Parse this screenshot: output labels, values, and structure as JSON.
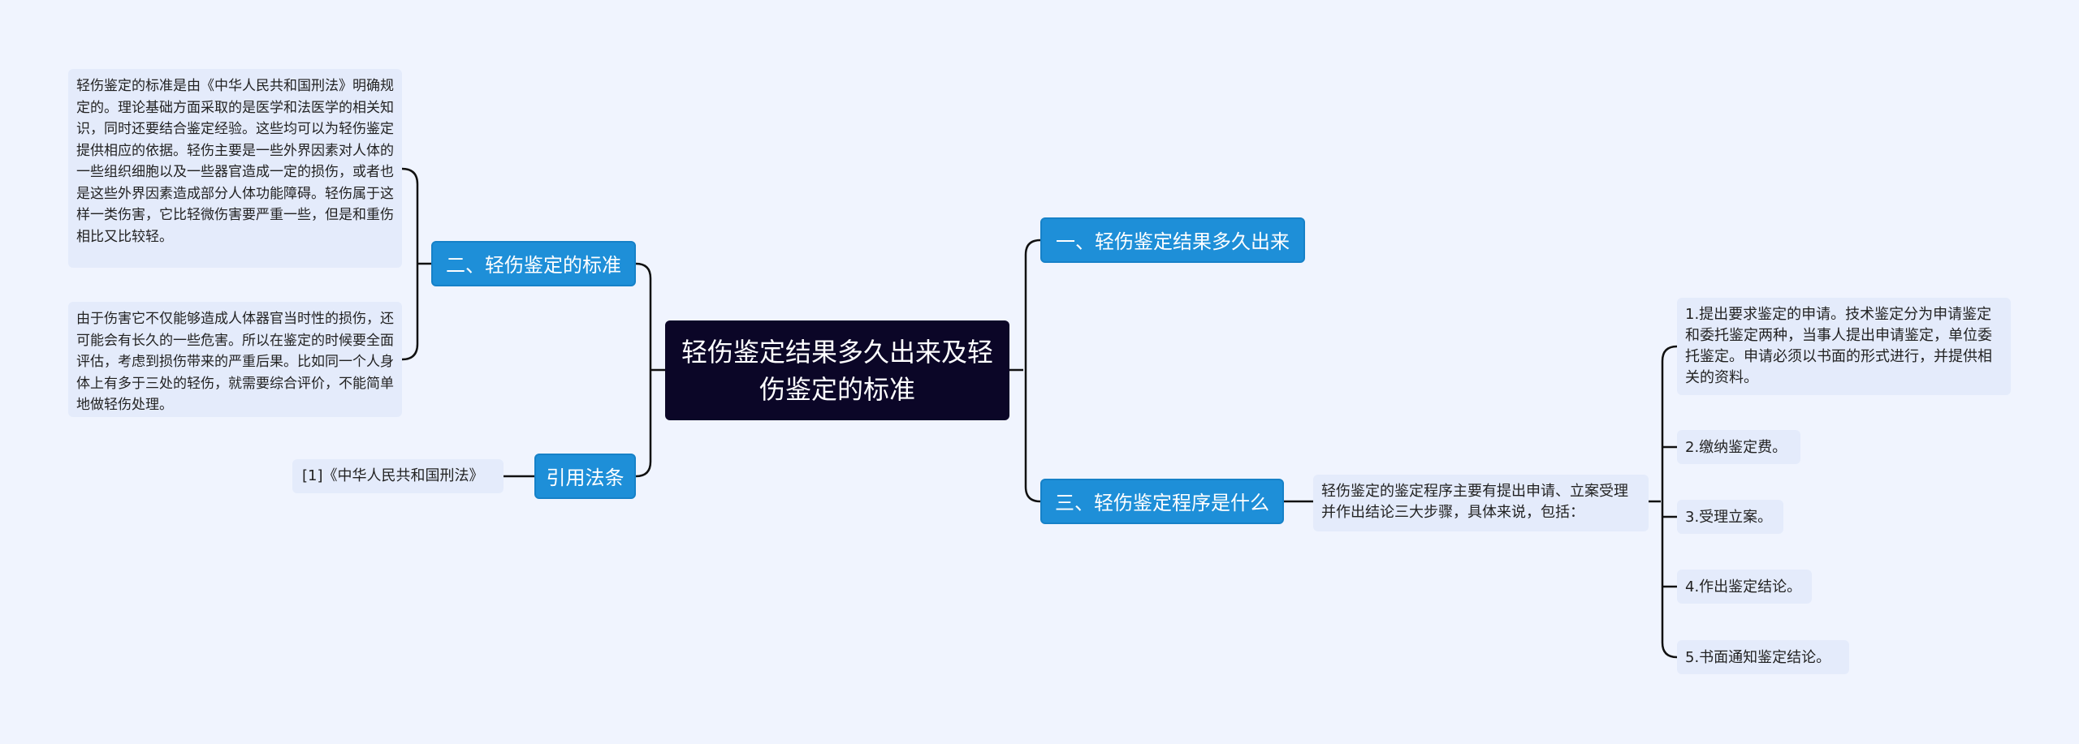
{
  "root": {
    "title": "轻伤鉴定结果多久出来及轻伤鉴定的标准"
  },
  "branches": {
    "b1": {
      "label": "一、轻伤鉴定结果多久出来"
    },
    "b2": {
      "label": "二、轻伤鉴定的标准"
    },
    "b3": {
      "label": "三、轻伤鉴定程序是什么"
    },
    "b4": {
      "label": "引用法条"
    }
  },
  "leaves": {
    "standard_1": "轻伤鉴定的标准是由《中华人民共和国刑法》明确规定的。理论基础方面采取的是医学和法医学的相关知识，同时还要结合鉴定经验。这些均可以为轻伤鉴定提供相应的依据。轻伤主要是一些外界因素对人体的一些组织细胞以及一些器官造成一定的损伤，或者也是这些外界因素造成部分人体功能障碍。轻伤属于这样一类伤害，它比轻微伤害要严重一些，但是和重伤相比又比较轻。",
    "standard_2": "由于伤害它不仅能够造成人体器官当时性的损伤，还可能会有长久的一些危害。所以在鉴定的时候要全面评估，考虑到损伤带来的严重后果。比如同一个人身体上有多于三处的轻伤，就需要综合评价，不能简单地做轻伤处理。",
    "law_ref": "[1]《中华人民共和国刑法》",
    "procedure_intro": "轻伤鉴定的鉴定程序主要有提出申请、立案受理并作出结论三大步骤，具体来说，包括：",
    "steps": [
      "1.提出要求鉴定的申请。技术鉴定分为申请鉴定和委托鉴定两种，当事人提出申请鉴定，单位委托鉴定。申请必须以书面的形式进行，并提供相关的资料。",
      "2.缴纳鉴定费。",
      "3.受理立案。",
      "4.作出鉴定结论。",
      "5.书面通知鉴定结论。"
    ]
  },
  "colors": {
    "background": "#f0f4fe",
    "root_fill": "#0b0627",
    "branch_fill": "#1e8fd8",
    "leaf_fill": "#e4ebfb",
    "connector": "#111111"
  }
}
